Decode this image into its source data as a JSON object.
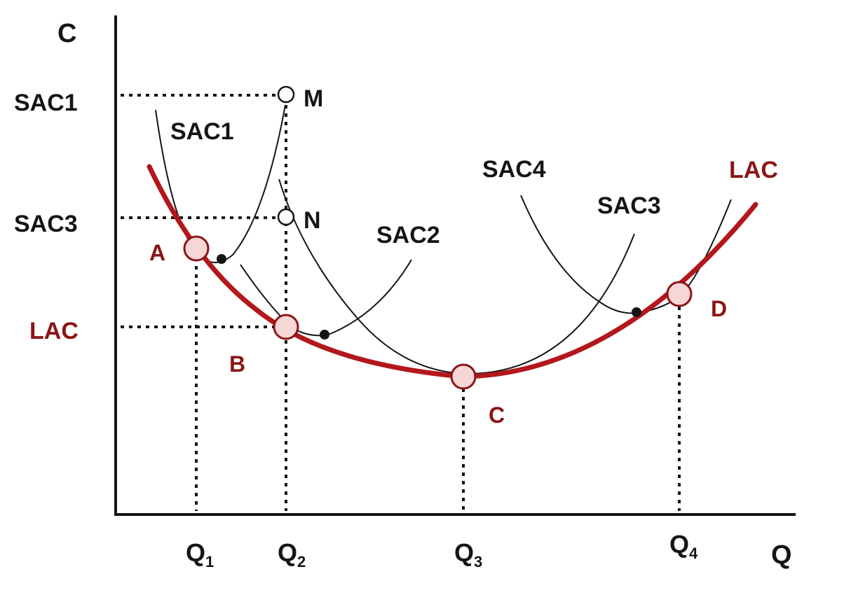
{
  "colors": {
    "lac": "#b3171c",
    "lac_label": "#8a1515",
    "point_fill": "#f7d6d6",
    "ink": "#151515"
  },
  "axes": {
    "y_label": "C",
    "x_label": "Q"
  },
  "y_ticks": {
    "sac1": "SAC1",
    "sac3": "SAC3",
    "lac": "LAC"
  },
  "x_ticks": [
    {
      "base": "Q",
      "sub": "1"
    },
    {
      "base": "Q",
      "sub": "2"
    },
    {
      "base": "Q",
      "sub": "3"
    },
    {
      "base": "Q",
      "sub": "4"
    }
  ],
  "curve_labels": {
    "sac1": "SAC1",
    "sac2": "SAC2",
    "sac3": "SAC3",
    "sac4": "SAC4",
    "lac": "LAC"
  },
  "points": {
    "a": "A",
    "b": "B",
    "c": "C",
    "d": "D",
    "m": "M",
    "n": "N"
  }
}
